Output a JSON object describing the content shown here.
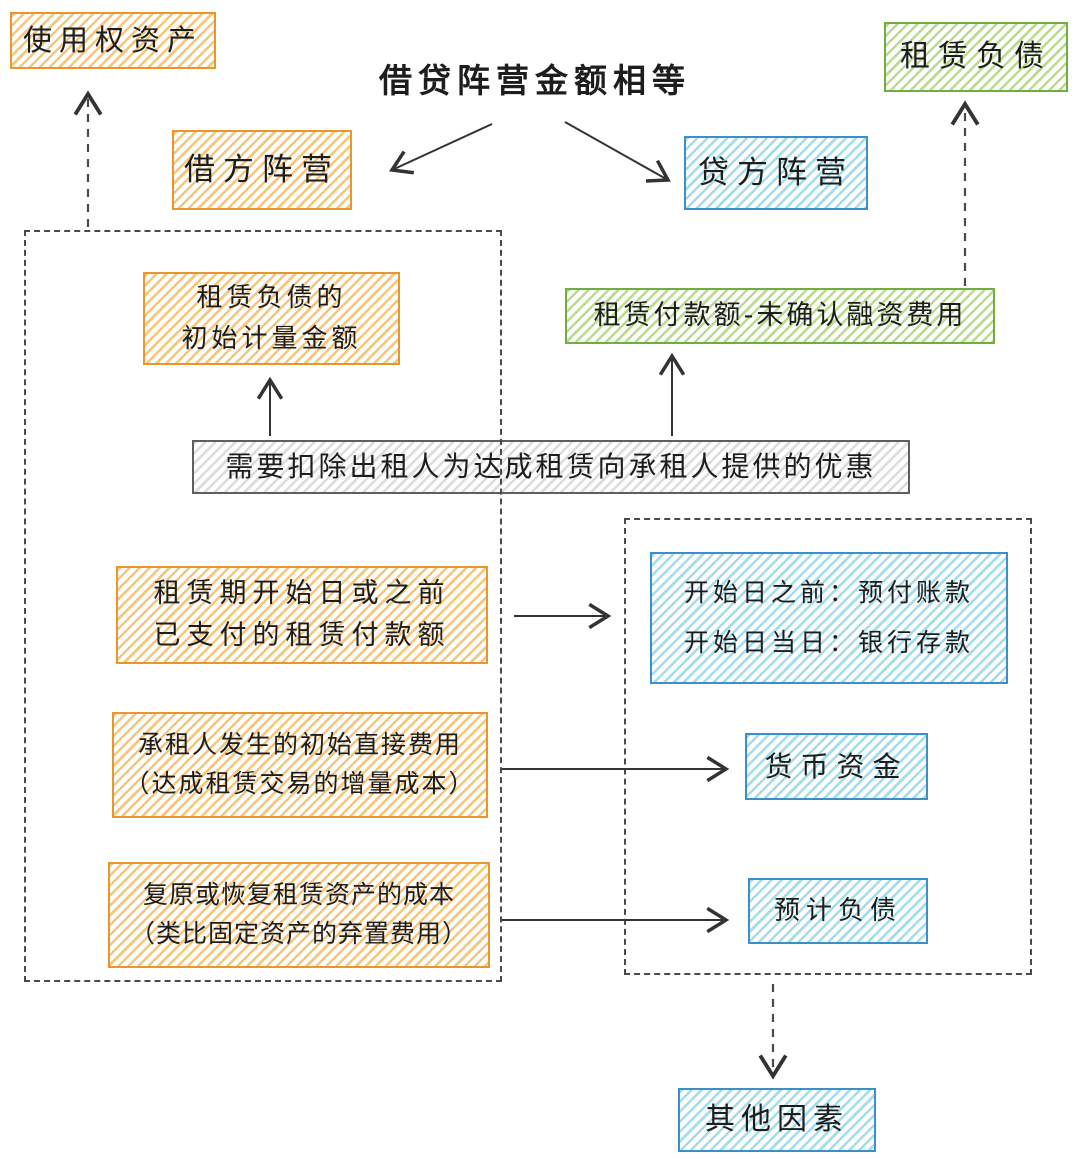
{
  "title": {
    "text": "借贷阵营金额相等"
  },
  "colors": {
    "ink": "#1d1d1d",
    "orange_border": "#e8962e",
    "orange_hatch": "#f7c67d",
    "blue_border": "#3d8fc9",
    "blue_hatch": "#a3dded",
    "green_border": "#6fae3f",
    "green_hatch": "#bbdc90",
    "gray_border": "#5f5f5f",
    "gray_hatch": "#dcdcdc",
    "dash": "#4a4a4a",
    "arrow": "#333333"
  },
  "nodes": {
    "right_of_use_asset": {
      "label": "使用权资产",
      "color": "orange"
    },
    "lease_liability": {
      "label": "租赁负债",
      "color": "green"
    },
    "debit_camp": {
      "label": "借方阵营",
      "color": "orange"
    },
    "credit_camp": {
      "label": "贷方阵营",
      "color": "blue"
    },
    "initial_measurement": {
      "line1": "租赁负债的",
      "line2": "初始计量金额",
      "color": "orange"
    },
    "lease_payments": {
      "label": "租赁付款额-未确认融资费用",
      "color": "green"
    },
    "incentive_note": {
      "label": "需要扣除出租人为达成租赁向承租人提供的优惠",
      "color": "gray"
    },
    "payments_before_commencement": {
      "line1": "租赁期开始日或之前",
      "line2": "已支付的租赁付款额",
      "color": "orange"
    },
    "payment_accounts": {
      "line1": "开始日之前：预付账款",
      "line2": "开始日当日：银行存款",
      "color": "blue"
    },
    "initial_direct_costs": {
      "line1": "承租人发生的初始直接费用",
      "line2": "（达成租赁交易的增量成本）",
      "color": "orange"
    },
    "monetary_funds": {
      "label": "货币资金",
      "color": "blue"
    },
    "restoration_costs": {
      "line1": "复原或恢复租赁资产的成本",
      "line2": "（类比固定资产的弃置费用）",
      "color": "orange"
    },
    "estimated_liabilities": {
      "label": "预计负债",
      "color": "blue"
    },
    "other_factors": {
      "label": "其他因素",
      "color": "blue"
    }
  }
}
